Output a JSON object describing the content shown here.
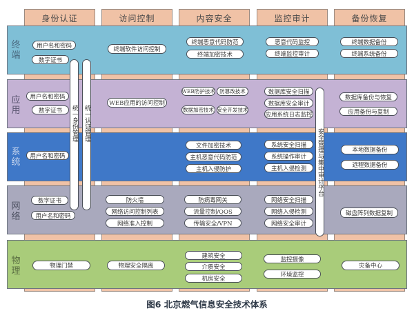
{
  "columns": [
    {
      "label": "身份认证"
    },
    {
      "label": "访问控制"
    },
    {
      "label": "内容安全"
    },
    {
      "label": "监控审计"
    },
    {
      "label": "备份恢复"
    }
  ],
  "rows": [
    {
      "label": "终端",
      "color": "#7fbfd6",
      "cells": [
        [
          "用户名和密码",
          "数字证书"
        ],
        [
          "终端软件访问控制"
        ],
        [
          "终端恶意代码防范",
          "终端加密技术"
        ],
        [
          "恶意代码监控",
          "终端监控审计"
        ],
        [
          "终端数据备份",
          "终端系统备份"
        ]
      ]
    },
    {
      "label": "应用",
      "color": "#c4b2d4",
      "cells": [
        [
          "用户名和密码",
          "数字证书"
        ],
        [
          "WEB应用的访问控制"
        ],
        [
          "WEB防护技术",
          "防篡改技术",
          "数据加密技术",
          "安全开发技术"
        ],
        [
          "数据库安全扫描",
          "数据库安全审计",
          "应用系统日志监控"
        ],
        [
          "数据库备份与恢复",
          "应用备份与复制"
        ]
      ]
    },
    {
      "label": "系统",
      "color": "#3f78c8",
      "cells": [
        [
          "用户名和密码"
        ],
        [],
        [
          "文件加密技术",
          "主机恶意代码防范",
          "主机入侵防护"
        ],
        [
          "系统安全扫描",
          "系统操作审计",
          "主机入侵检测"
        ],
        [
          "本地数据备份",
          "远程数据备份"
        ]
      ]
    },
    {
      "label": "网络",
      "color": "#a9a9bd",
      "cells": [
        [
          "数字证书",
          "用户名和密码"
        ],
        [
          "防火墙",
          "网络访问控制列表",
          "网络准入控制"
        ],
        [
          "防病毒网关",
          "流量控制/QOS",
          "传输安全/VPN"
        ],
        [
          "网络安全扫描",
          "网络入侵检测",
          "网络安全审计"
        ],
        [
          "磁盘阵列数据复制"
        ]
      ]
    },
    {
      "label": "物理",
      "color": "#a9cc7a",
      "cells": [
        [
          "物理门禁"
        ],
        [
          "物理安全隔离"
        ],
        [
          "建筑安全",
          "介质安全",
          "机房安全"
        ],
        [
          "监控摄像",
          "环境监控"
        ],
        [
          "灾备中心"
        ]
      ]
    }
  ],
  "vertical_bars": [
    {
      "label": "统一身份管理"
    },
    {
      "label": "统一认证管理"
    },
    {
      "label": "安全管理与集中审计平台"
    }
  ],
  "caption": "图6 北京燃气信息安全技术体系",
  "colors": {
    "column_header": "#f0c2a6",
    "pill_border": "#4a4f57"
  }
}
